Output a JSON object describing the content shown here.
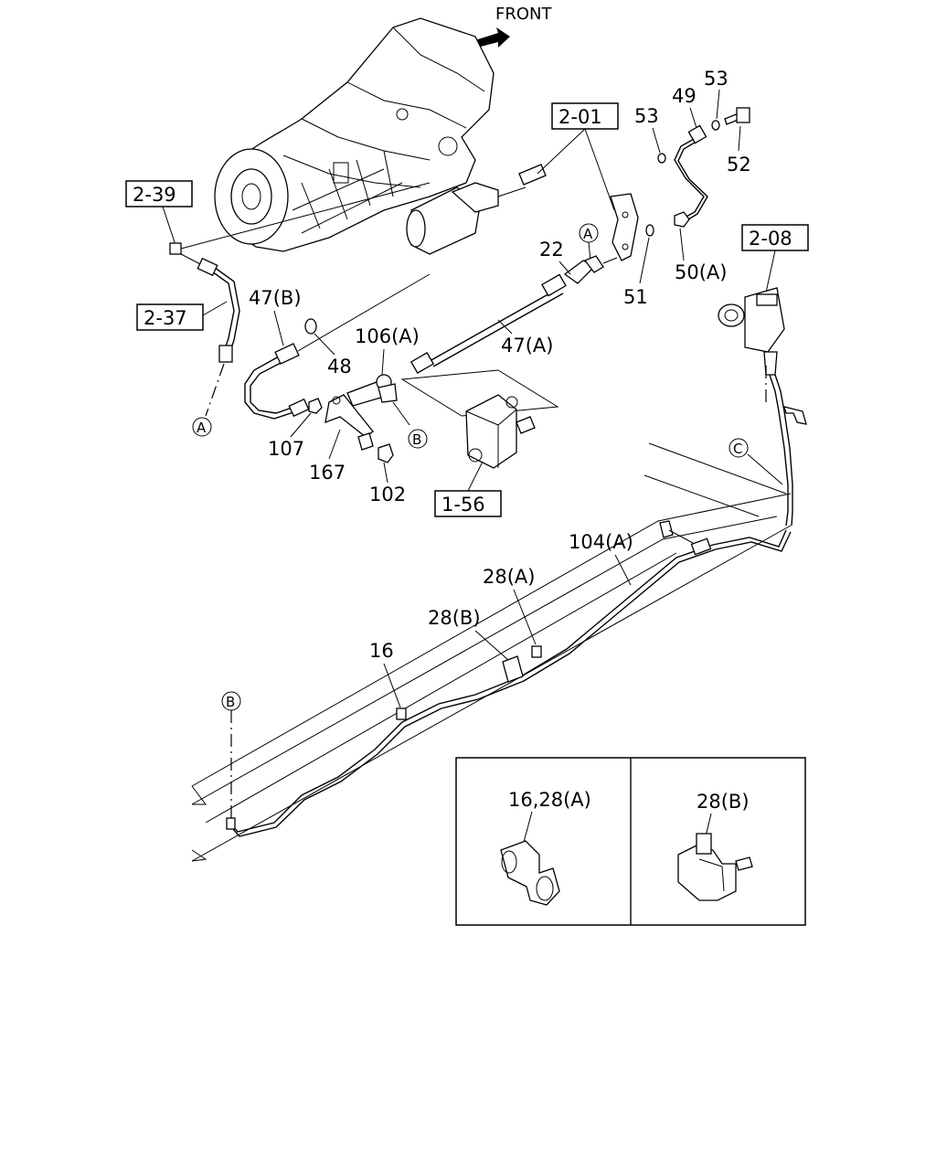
{
  "front_label": "FRONT",
  "refs": {
    "r2_01": "2-01",
    "r2_39": "2-39",
    "r2_37": "2-37",
    "r2_08": "2-08",
    "r1_56": "1-56"
  },
  "callouts": {
    "c53a": "53",
    "c53b": "53",
    "c49": "49",
    "c52": "52",
    "c50a": "50(A)",
    "c51": "51",
    "c22": "22",
    "c47b": "47(B)",
    "c48": "48",
    "c106a": "106(A)",
    "c47a": "47(A)",
    "c107": "107",
    "c167": "167",
    "c102": "102",
    "c104a": "104(A)",
    "c28a": "28(A)",
    "c28b": "28(B)",
    "c16": "16"
  },
  "circles": {
    "a_top": "A",
    "a_left": "A",
    "b_mid": "B",
    "b_left": "B",
    "c_right": "C"
  },
  "inset": {
    "left_label": "16,28(A)",
    "right_label": "28(B)"
  }
}
